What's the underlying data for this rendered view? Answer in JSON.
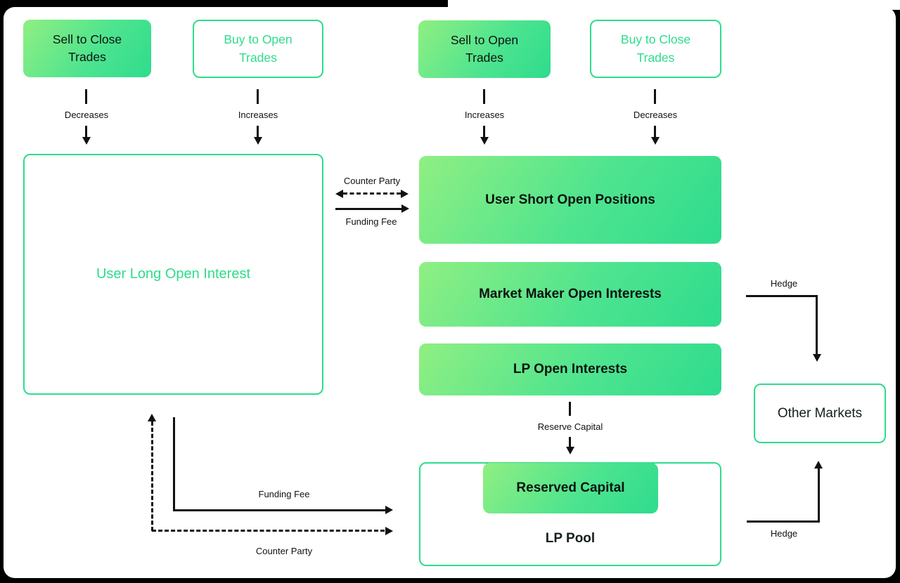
{
  "colors": {
    "accent_green": "#2edc8c",
    "gradient_light": "#90ef82",
    "gradient_dark": "#2edc8e",
    "ink": "#111111",
    "frame": "#000000",
    "card": "#ffffff"
  },
  "top_row": [
    {
      "label": "Sell to Close Trades",
      "style": "filled",
      "arrow_label": "Decreases"
    },
    {
      "label": "Buy to Open Trades",
      "style": "outline",
      "arrow_label": "Increases"
    },
    {
      "label": "Sell to Open Trades",
      "style": "filled",
      "arrow_label": "Increases"
    },
    {
      "label": "Buy to Close Trades",
      "style": "outline",
      "arrow_label": "Decreases"
    }
  ],
  "long_box": {
    "label": "User Long Open Interest"
  },
  "middle_connector": {
    "counter_party": "Counter Party",
    "funding_fee": "Funding Fee"
  },
  "right_column": [
    {
      "label": "User Short Open Positions"
    },
    {
      "label": "Market Maker Open Interests"
    },
    {
      "label": "LP Open Interests"
    }
  ],
  "reserve_arrow": {
    "label": "Reserve Capital"
  },
  "lp_pool": {
    "label": "LP Pool",
    "reserved_capital": "Reserved Capital"
  },
  "other_markets": {
    "label": "Other Markets"
  },
  "hedge_top": {
    "label": "Hedge"
  },
  "hedge_bottom": {
    "label": "Hedge"
  },
  "bottom_connector": {
    "funding_fee": "Funding Fee",
    "counter_party": "Counter Party"
  }
}
